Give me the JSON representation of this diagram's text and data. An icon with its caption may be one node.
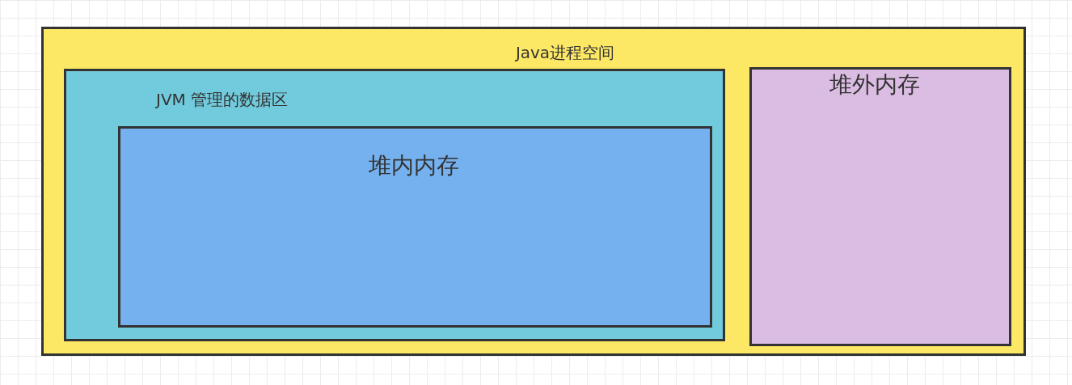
{
  "diagram": {
    "nodes": [
      {
        "text": [
          "Java进程空间"
        ]
      },
      {
        "text": [
          "JVM 管理的数据区"
        ],
        "in": 0
      },
      {
        "text": [
          "堆内内存"
        ],
        "in": 1
      },
      {
        "text": [
          "堆外内存"
        ],
        "in": 0
      }
    ]
  }
}
